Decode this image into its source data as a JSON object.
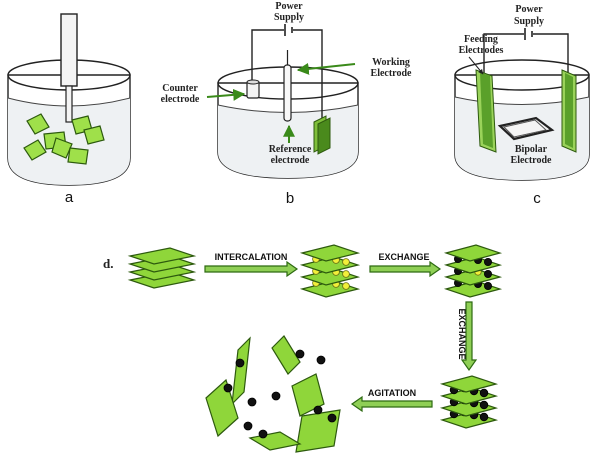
{
  "panel_a": {
    "label": "a"
  },
  "panel_b": {
    "label": "b",
    "power_supply_line1": "Power",
    "power_supply_line2": "Supply",
    "counter_line1": "Counter",
    "counter_line2": "electrode",
    "working_line1": "Working",
    "working_line2": "Electrode",
    "reference_line1": "Reference",
    "reference_line2": "electrode"
  },
  "panel_c": {
    "label": "c",
    "power_supply_line1": "Power",
    "power_supply_line2": "Supply",
    "feeding_line1": "Feeding",
    "feeding_line2": "Electrodes",
    "bipolar_line1": "Bipolar",
    "bipolar_line2": "Electrode"
  },
  "panel_d": {
    "label": "d.",
    "step_intercalation": "INTERCALATION",
    "step_exchange_1": "EXCHANGE",
    "step_exchange_2": "EXCHANGE",
    "step_agitation": "AGITATION"
  },
  "colors": {
    "sheet_green": "#8fd63a",
    "sheet_outline": "#2d5a0e",
    "ion_yellow": "#f2ef3a",
    "ion_black": "#111111",
    "arrow_green": "#3a8a1a"
  }
}
